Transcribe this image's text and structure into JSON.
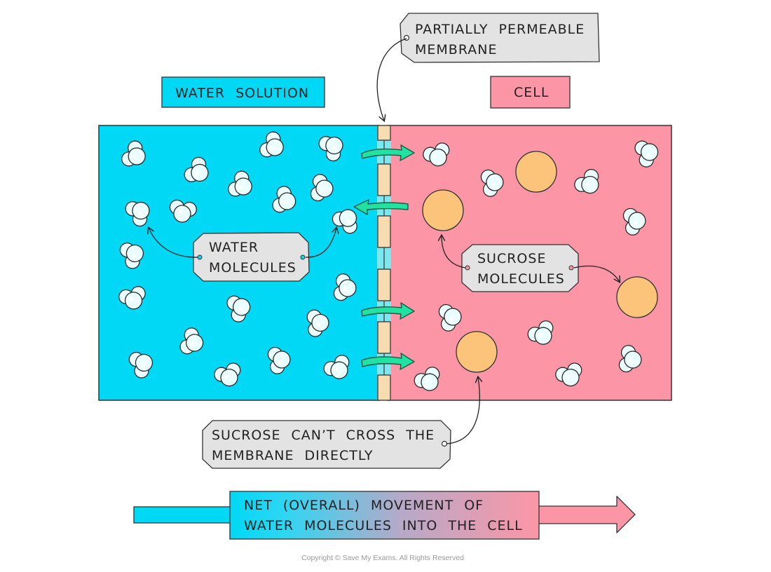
{
  "labels": {
    "membrane_line1": "PARTIALLY   PERMEABLE",
    "membrane_line2": "MEMBRANE",
    "water_solution": "WATER   SOLUTION",
    "cell": "CELL",
    "water_line1": "WATER",
    "water_line2": "MOLECULES",
    "sucrose_line1": "SUCROSE",
    "sucrose_line2": "MOLECULES",
    "cant_cross_line1": "SUCROSE   CAN’T   CROSS   THE",
    "cant_cross_line2": "MEMBRANE   DIRECTLY",
    "net_line1": "NET   (OVERALL)   MOVEMENT   OF",
    "net_line2": "WATER   MOLECULES   INTO   THE   CELL",
    "copyright": "Copyright © Save My Exams. All Rights Reserved"
  },
  "colors": {
    "water_blue": "#00d8f5",
    "cell_pink": "#fc96a6",
    "membrane_beige": "#f7dcb1",
    "flow_arrow_green": "#22e2a2",
    "sucrose_orange": "#fbc47a",
    "water_molecule": "#eafdff",
    "tag_gray": "#e3e3e3"
  },
  "icons": [
    "water-molecule-icon",
    "sucrose-molecule-icon",
    "membrane-pore-icon",
    "flow-arrow-icon"
  ]
}
